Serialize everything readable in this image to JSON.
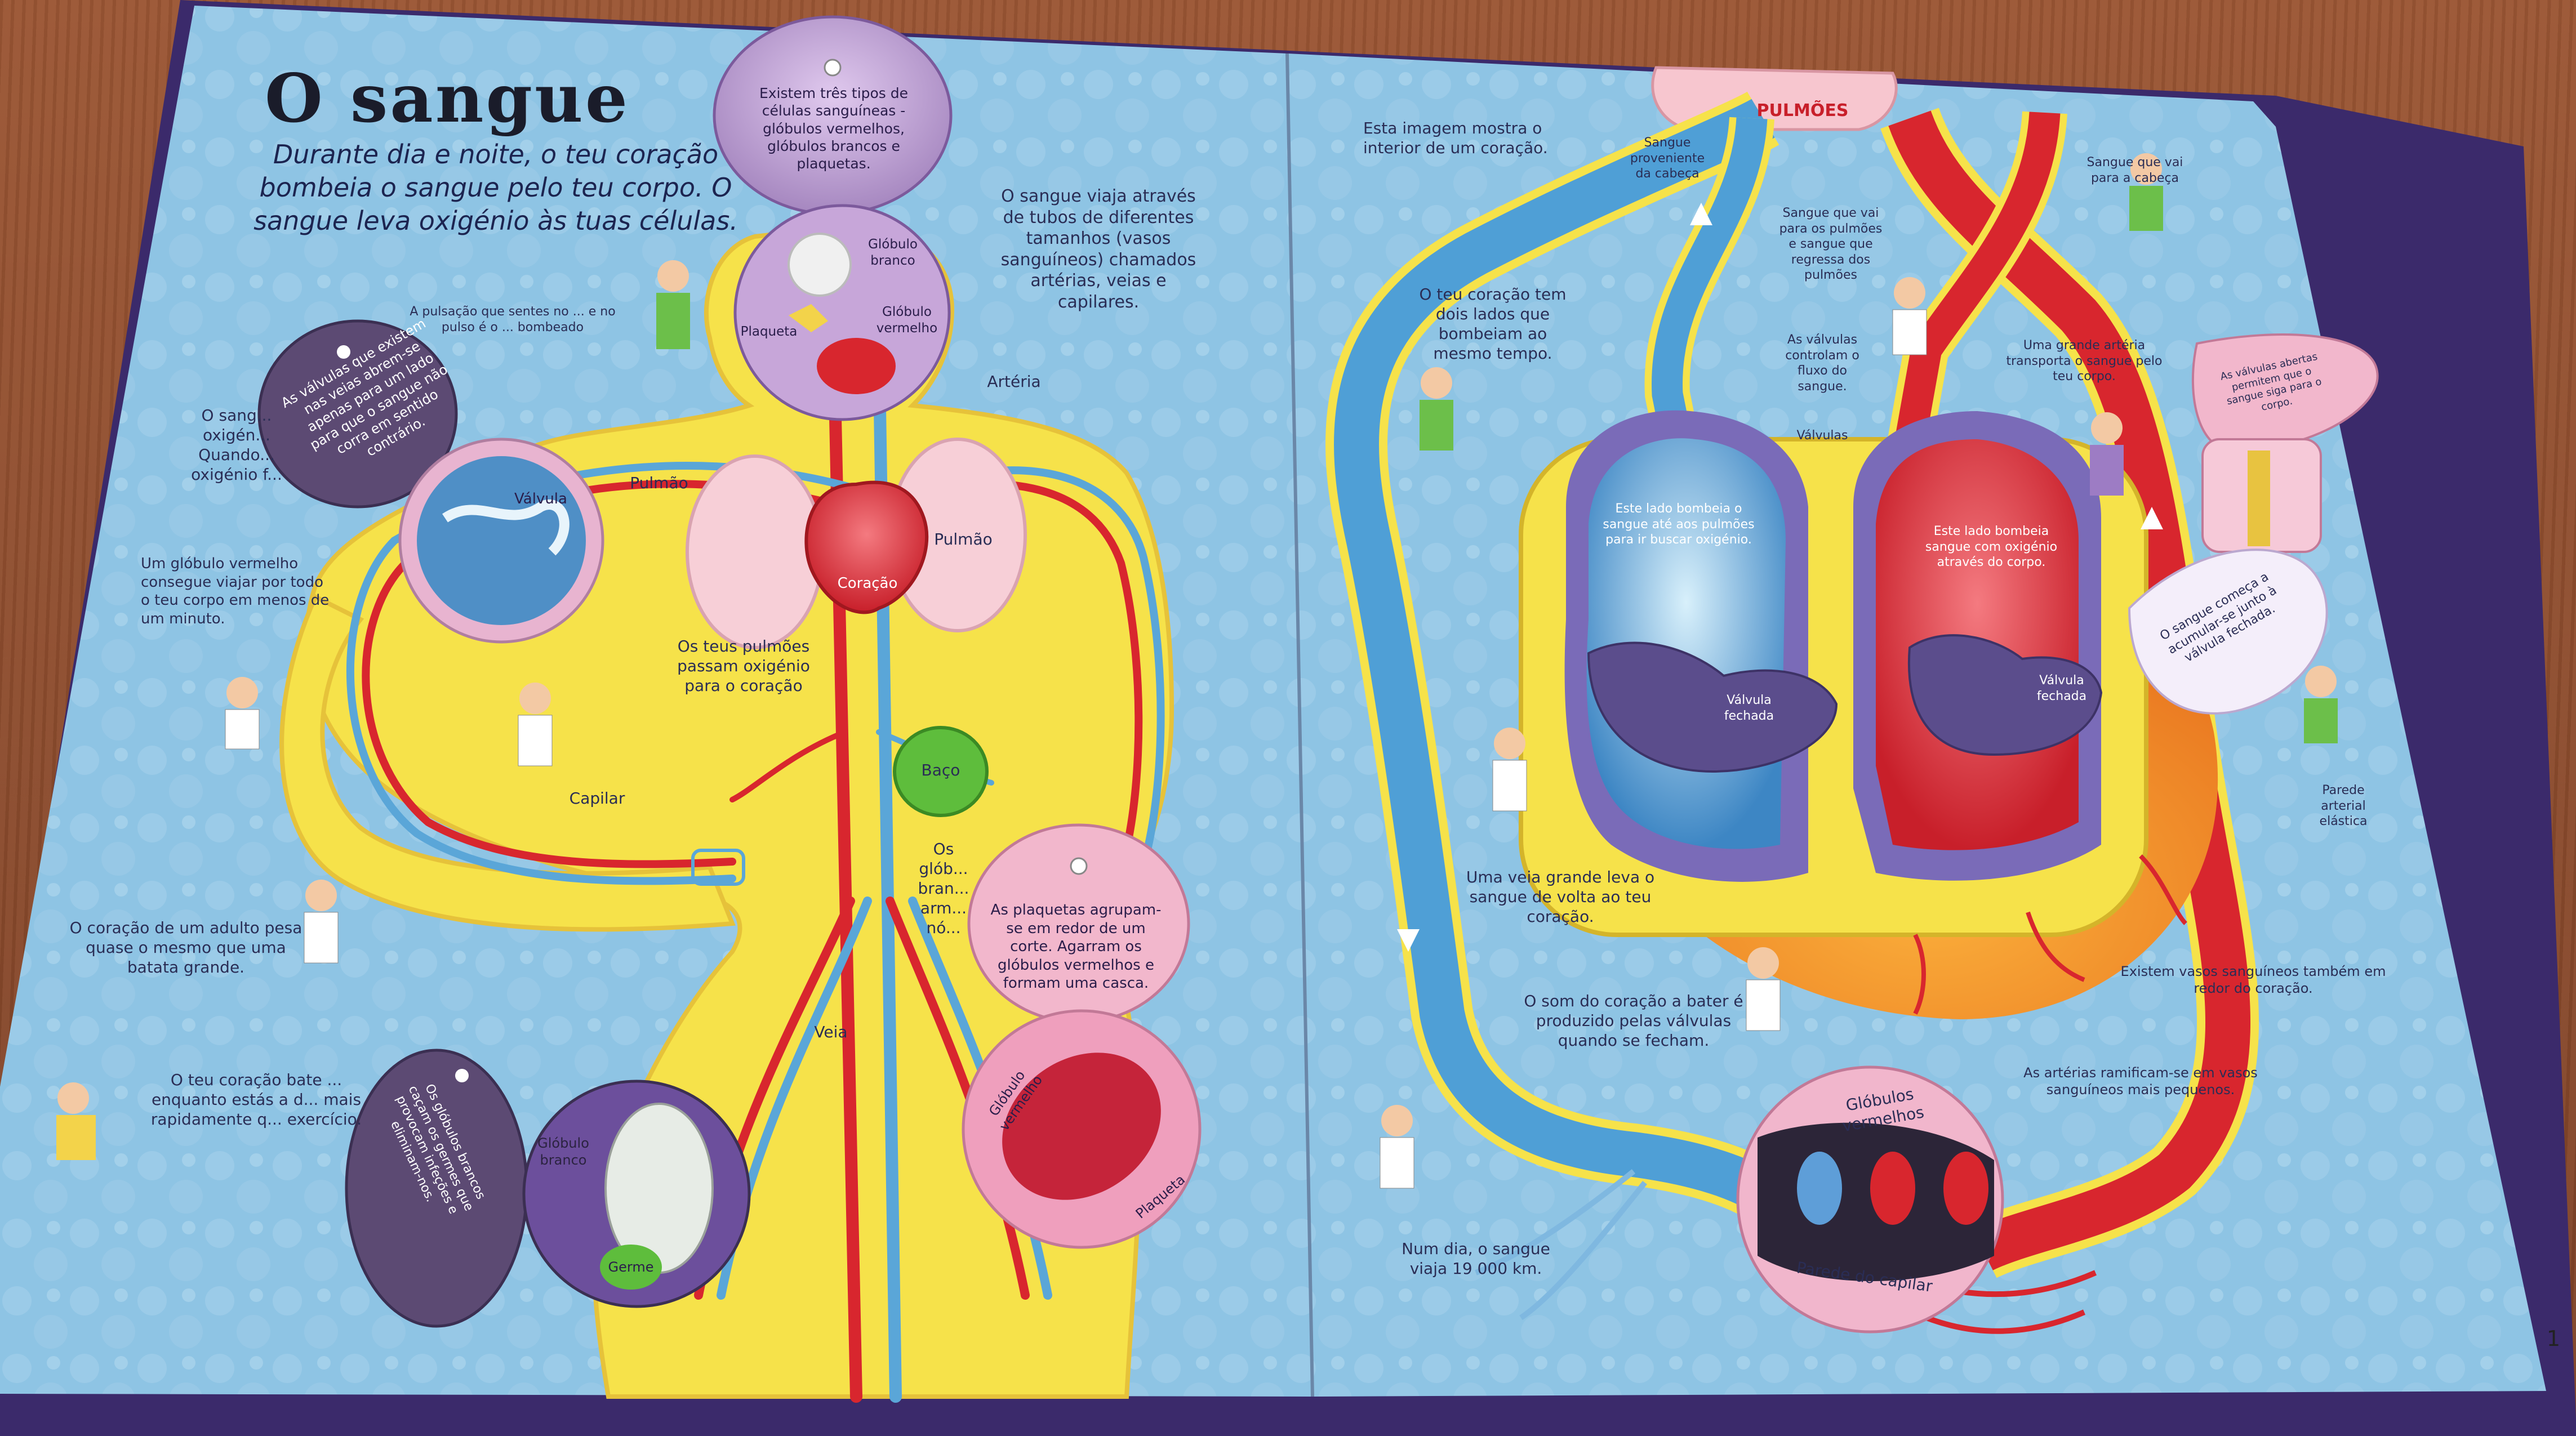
{
  "left_page": {
    "title": "O sangue",
    "intro": "Durante dia e noite, o teu coração bombeia o sangue pelo teu corpo. O sangue leva oxigénio às tuas células.",
    "blood_vessels_text": "O sangue viaja através de tubos de diferentes tamanhos (vasos sanguíneos) chamados artérias, veias e capilares.",
    "pulse_text": "A pulsação que sentes no ... e no pulso é o ... bombeado",
    "oxygen_text": "O sang... oxigén... Quando... oxigénio f...",
    "red_cell_travel": "Um glóbulo vermelho consegue viajar por todo o teu corpo em menos de um minuto.",
    "heart_weight": "O coração de um adulto pesa quase o mesmo que uma batata grande.",
    "heart_exercise": "O teu coração bate ... enquanto estás a d... mais rapidamente q... exercício.",
    "lungs_text": "Os teus pulmões passam oxigénio para o coração",
    "labels": {
      "arteria": "Artéria",
      "pulmao_left": "Pulmão",
      "pulmao_right": "Pulmão",
      "coracao": "Coração",
      "baco": "Baço",
      "capilar": "Capilar",
      "veia": "Veia",
      "valvula": "Válvula",
      "globulos_partial": "Os glób... bran... arm... nó..."
    },
    "flaps": {
      "three_types": "Existem três tipos de células sanguíneas - glóbulos vermelhos, glóbulos brancos e plaquetas.",
      "globulo_branco": "Glóbulo branco",
      "globulo_vermelho": "Glóbulo vermelho",
      "plaqueta": "Plaqueta",
      "valves": "As válvulas que existem nas veias abrem-se apenas para um lado para que o sangue não corra em sentido contrário.",
      "plaquetas_text": "As plaquetas agrupam-se em redor de um corte. Agarram os glóbulos vermelhos e formam uma casca.",
      "globulo_vermelho_2": "Glóbulo vermelho",
      "plaqueta_2": "Plaqueta",
      "white_cells": "Os glóbulos brancos caçam os germes que provocam infeções e eliminam-nos.",
      "globulo_branco_2": "Glóbulo branco",
      "germe": "Germe"
    }
  },
  "right_page": {
    "pulmoes": "PULMÕES",
    "image_shows": "Esta imagem mostra o interior de um coração.",
    "sangue_cabeca": "Sangue proveniente da cabeça",
    "sangue_pulmoes": "Sangue que vai para os pulmões e sangue que regressa dos pulmões",
    "sangue_cabeca_vai": "Sangue que vai para a cabeça",
    "two_sides": "O teu coração tem dois lados que bombeiam ao mesmo tempo.",
    "valvulas_controlam": "As válvulas controlam o fluxo do sangue.",
    "grande_arteria": "Uma grande artéria transporta o sangue pelo teu corpo.",
    "valvulas": "Válvulas",
    "lado_esquerdo": "Este lado bombeia o sangue até aos pulmões para ir buscar oxigénio.",
    "lado_direito": "Este lado bombeia sangue com oxigénio através do corpo.",
    "valvula_fechada_1": "Válvula fechada",
    "valvula_fechada_2": "Válvula fechada",
    "flap_acumular": "O sangue começa a acumular-se junto à válvula fechada.",
    "flap_top_right": "As válvulas abertas permitem que o sangue siga para o corpo.",
    "parede_arterial": "Parede arterial elástica",
    "veia_grande": "Uma veia grande leva o sangue de volta ao teu coração.",
    "som_coracao": "O som do coração a bater é produzido pelas válvulas quando se fecham.",
    "vasos_tambem": "Existem vasos sanguíneos também em redor do coração.",
    "arterias_ramificam": "As artérias ramificam-se em vasos sanguíneos mais pequenos.",
    "globulos_vermelhos": "Glóbulos vermelhos",
    "parede_capilar": "Parede do capilar",
    "num_dia": "Num dia, o sangue viaja 19 000 km.",
    "page_number": "1"
  },
  "colors": {
    "page_blue": "#8ec4e4",
    "body_yellow": "#f6e24a",
    "artery_red": "#d8262e",
    "vein_blue": "#5aa6d8",
    "table_wood": "#8a4a2c",
    "flap_purple": "#b59ac9"
  }
}
